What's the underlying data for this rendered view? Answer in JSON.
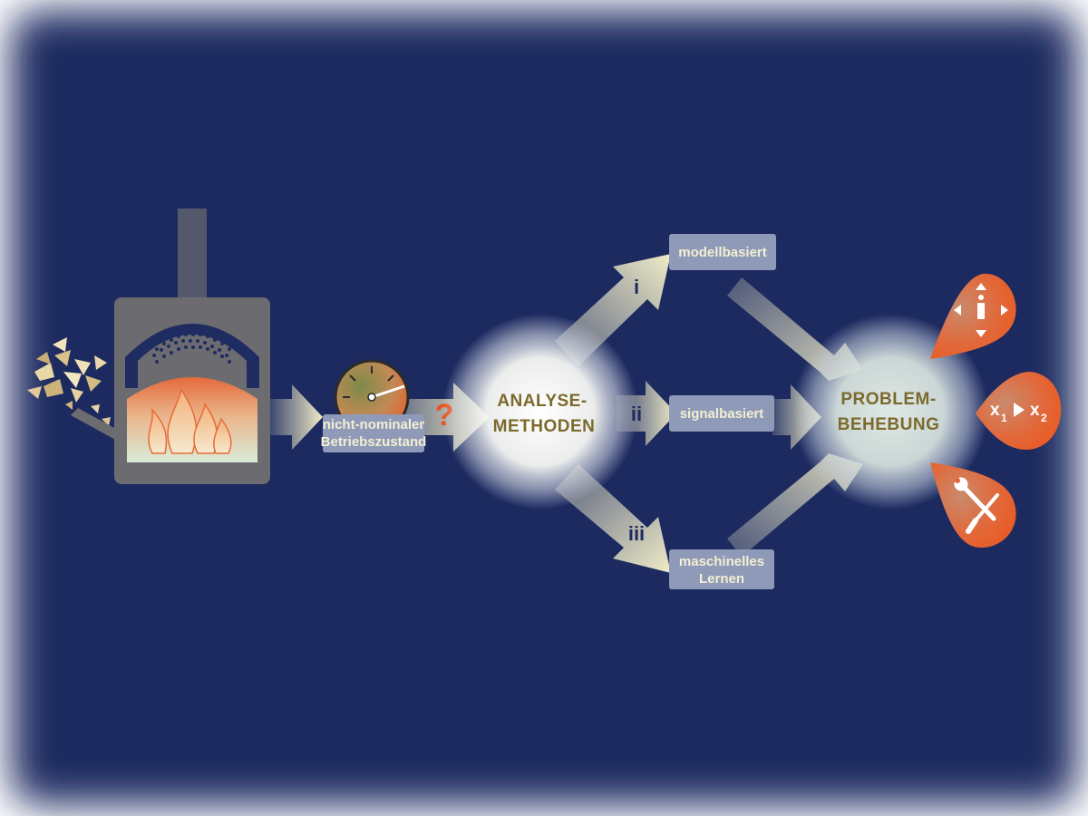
{
  "labels": {
    "state_line1": "nicht-nominaler",
    "state_line2": "Betriebszustand",
    "question_mark": "?",
    "analysis_line1": "ANALYSE-",
    "analysis_line2": "METHODEN",
    "method_i_numeral": "i",
    "method_ii_numeral": "ii",
    "method_iii_numeral": "iii",
    "method_model": "modellbasiert",
    "method_signal": "signalbasiert",
    "method_ml_line1": "maschinelles",
    "method_ml_line2": "Lernen",
    "solution_line1": "PROBLEM-",
    "solution_line2": "BEHEBUNG"
  },
  "outcomes": {
    "info_icon": "info-icon",
    "parameter_x": "x",
    "parameter_sub1": "1",
    "parameter_sub2": "2",
    "repair_icon": "wrench-screwdriver-icon"
  },
  "colors": {
    "background_dark": "#1f2c61",
    "arrow_fill": "#f0ecc8",
    "box_fill": "#8f9ab8",
    "accent_orange": "#e8541f",
    "heading_gold": "#7b6a2c",
    "furnace_grey": "#6c6c70"
  }
}
